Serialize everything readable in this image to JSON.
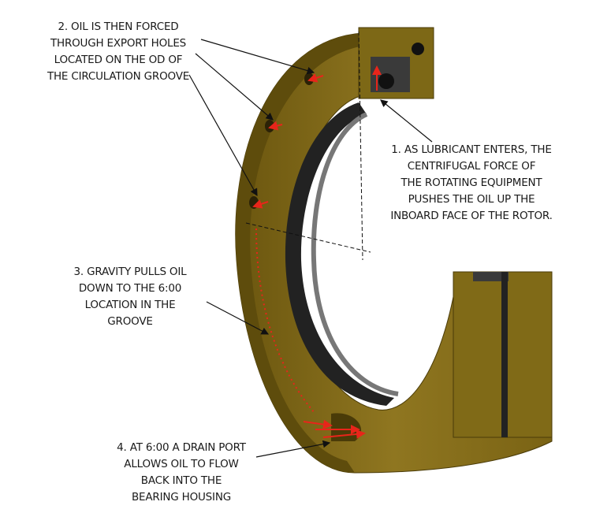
{
  "notes": {
    "step1": [
      "1. AS LUBRICANT ENTERS, THE",
      "CENTRIFUGAL FORCE OF",
      "THE ROTATING EQUIPMENT",
      "PUSHES THE OIL UP THE",
      "INBOARD FACE OF THE ROTOR."
    ],
    "step2": [
      "2. OIL IS THEN FORCED",
      "THROUGH EXPORT HOLES",
      "LOCATED ON THE OD OF",
      "THE CIRCULATION GROOVE"
    ],
    "step3": [
      "3. GRAVITY PULLS OIL",
      "DOWN TO THE 6:00",
      "LOCATION IN THE",
      "GROOVE"
    ],
    "step4": [
      "4. AT 6:00 A DRAIN PORT",
      "ALLOWS OIL TO FLOW",
      "BACK INTO THE",
      "BEARING HOUSING"
    ]
  },
  "colors": {
    "body": "#8a7219",
    "shadow": "#5e4c0c",
    "highlight": "#a88d2c",
    "gasket": "#222222",
    "oil_arrow": "#e8251a"
  }
}
